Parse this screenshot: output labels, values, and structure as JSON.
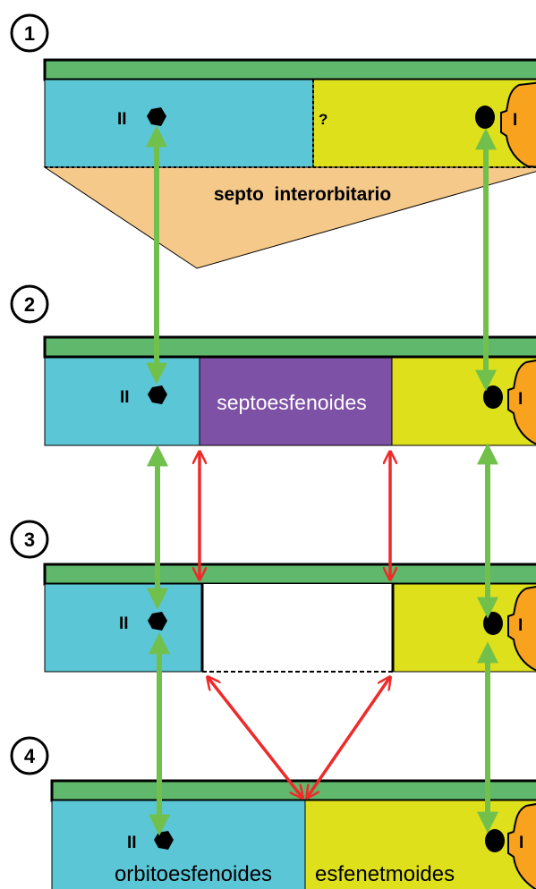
{
  "steps": [
    "1",
    "2",
    "3",
    "4"
  ],
  "markers": {
    "nerve_II": "II",
    "nerve_I": "I",
    "unknown": "?"
  },
  "labels": {
    "septo": "septo  interorbitario",
    "septoesfenoides": "septoesfenoides",
    "orbitoesfenoides": "orbitoesfenoides",
    "esfenetmoides": "esfenetmoides"
  },
  "colors": {
    "bar_green": "#5fb86c",
    "cyan": "#5bc6d6",
    "yellow": "#dfe01c",
    "tan": "#f5c98a",
    "purple": "#7d51a5",
    "orange": "#f9a21e",
    "arrow_green": "#72c04c",
    "arrow_red": "#ee2a2a"
  }
}
